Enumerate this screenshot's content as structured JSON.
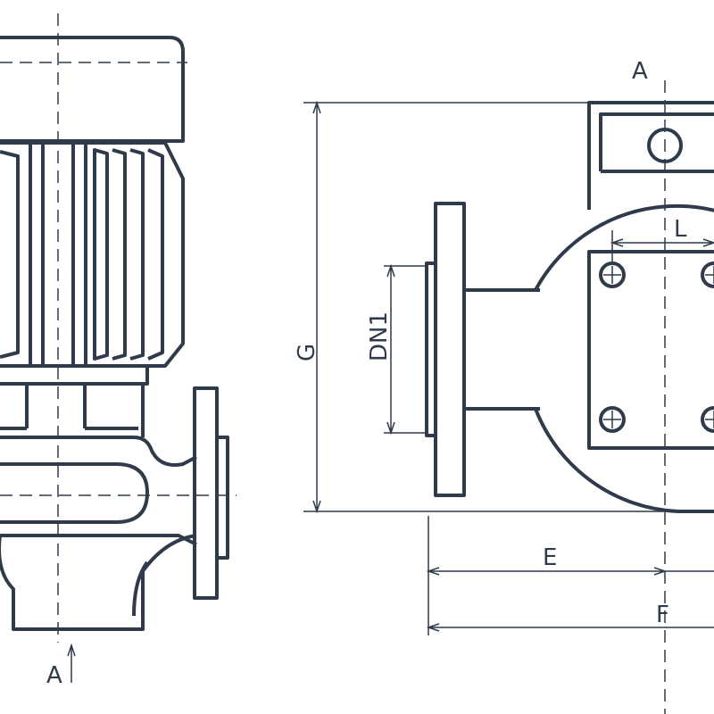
{
  "drawing": {
    "labels": {
      "section_top": "A",
      "section_bottom": "A",
      "height": "G",
      "nominal_diameter": "DN1",
      "bolt_spacing": "L",
      "dim_e": "E",
      "dim_f": "F"
    },
    "line_color": "#2f3b4b"
  }
}
